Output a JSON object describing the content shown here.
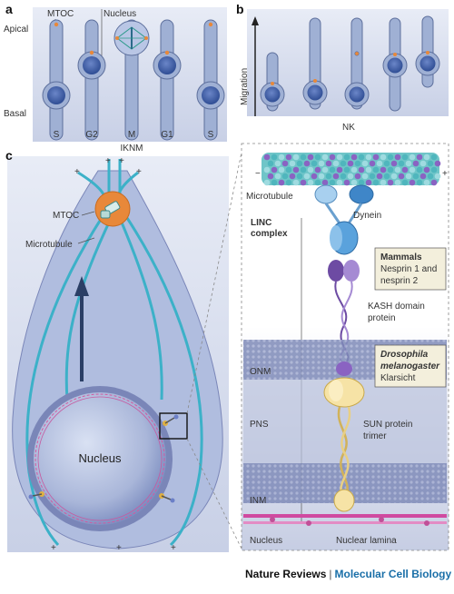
{
  "panel_a": {
    "letter": "a",
    "apical": "Apical",
    "basal": "Basal",
    "mtoc": "MTOC",
    "nucleus": "Nucleus",
    "phases": [
      "S",
      "G2",
      "M",
      "G1",
      "S"
    ],
    "axis_title": "IKNM"
  },
  "panel_b": {
    "letter": "b",
    "y_axis": "Migration",
    "x_label": "NK"
  },
  "panel_c": {
    "letter": "c",
    "mtoc": "MTOC",
    "microtubule": "Microtubule",
    "nucleus": "Nucleus",
    "plus": "+"
  },
  "detail": {
    "minus": "−",
    "plus": "+",
    "microtubule": "Microtubule",
    "dynein": "Dynein",
    "linc_line1": "LINC",
    "linc_line2": "complex",
    "mammals_title": "Mammals",
    "mammals_line1": "Nesprin 1 and",
    "mammals_line2": "nesprin 2",
    "kash_line1": "KASH domain",
    "kash_line2": "protein",
    "droso_line1": "Drosophila",
    "droso_line2": "melanogaster",
    "droso_line3": "Klarsicht",
    "onm": "ONM",
    "pns": "PNS",
    "sun_line1": "SUN protein",
    "sun_line2": "trimer",
    "inm": "INM",
    "nucleus": "Nucleus",
    "nuclear_lamina": "Nuclear lamina"
  },
  "footer": {
    "journal": "Nature Reviews",
    "separator": "|",
    "section": "Molecular Cell Biology"
  },
  "colors": {
    "cell_fill": "#9fb0d4",
    "cell_stroke": "#5d6f9c",
    "nucleus_fill": "#4d6bb0",
    "microtubule": "#3cb1c8",
    "mtoc": "#e8883a",
    "membrane": "#7a86b8",
    "callout_fill": "#f3efdc"
  }
}
